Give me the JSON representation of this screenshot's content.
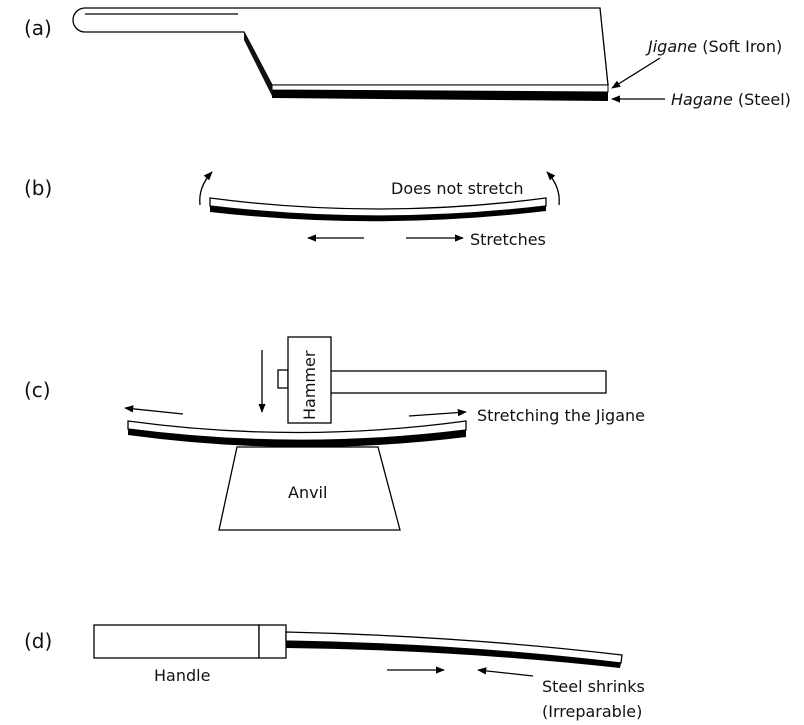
{
  "panels": {
    "a": "(a)",
    "b": "(b)",
    "c": "(c)",
    "d": "(d)"
  },
  "labels": {
    "jigane_term": "Jigane",
    "jigane_desc": " (Soft Iron)",
    "hagane_term": "Hagane",
    "hagane_desc": " (Steel)",
    "does_not_stretch": "Does not stretch",
    "stretches": "Stretches",
    "hammer": "Hammer",
    "stretching_jigane": "Stretching the Jigane",
    "anvil": "Anvil",
    "handle": "Handle",
    "steel_shrinks": "Steel shrinks",
    "irreparable": "(Irreparable)"
  }
}
